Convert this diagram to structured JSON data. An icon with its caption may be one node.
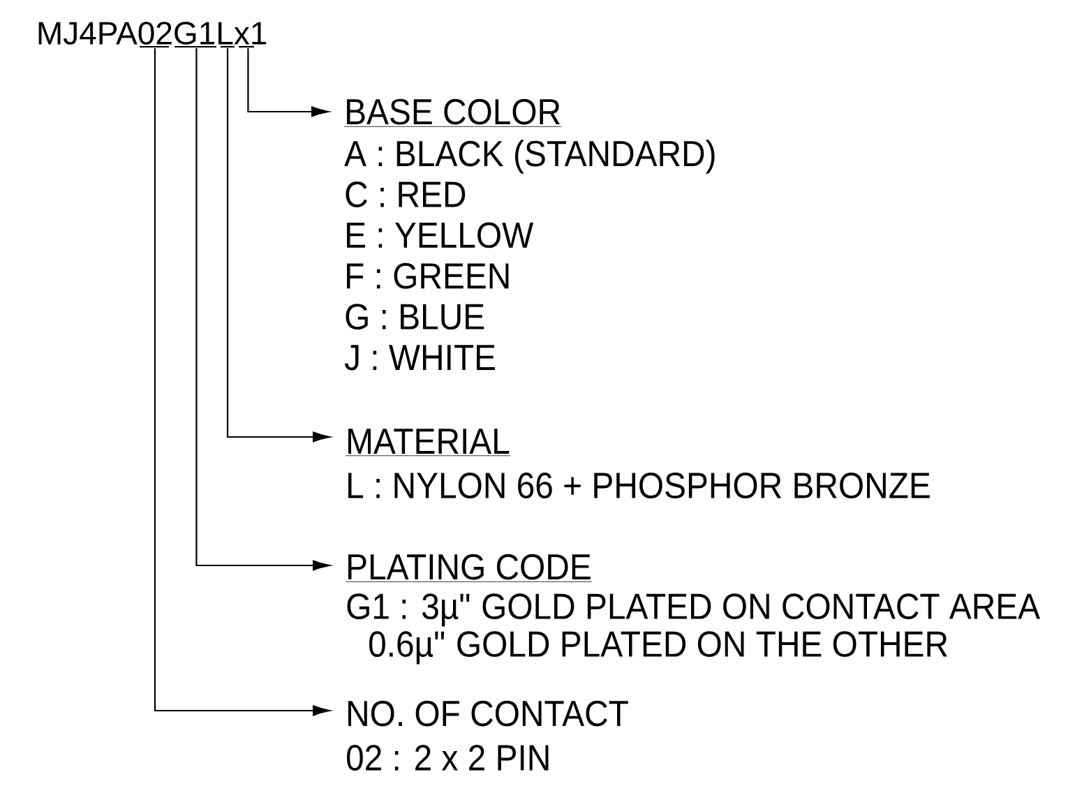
{
  "diagram": {
    "nodes": [
      {
        "text": [
          "MJ4PA02G1Lx1"
        ]
      },
      {
        "text": [
          "BASE COLOR",
          "A : BLACK (STANDARD)",
          "C : RED",
          "E : YELLOW",
          "F : GREEN",
          "G : BLUE",
          "J : WHITE"
        ]
      },
      {
        "text": [
          "MATERIAL",
          "L : NYLON 66 + PHOSPHOR BRONZE"
        ]
      },
      {
        "text": [
          "PLATING CODE",
          "G1 : 3µ\" GOLD PLATED ON CONTACT AREA 0.6µ\" GOLD PLATED ON THE OTHER"
        ]
      },
      {
        "text": [
          "NO. OF CONTACT",
          "02 : 2 x 2 PIN"
        ]
      }
    ],
    "edges": [
      {
        "from": 0,
        "to": 1,
        "arrow": "to"
      },
      {
        "from": 0,
        "to": 2,
        "arrow": "to"
      },
      {
        "from": 0,
        "to": 3,
        "arrow": "to"
      },
      {
        "from": 0,
        "to": 4,
        "arrow": "to"
      }
    ]
  }
}
